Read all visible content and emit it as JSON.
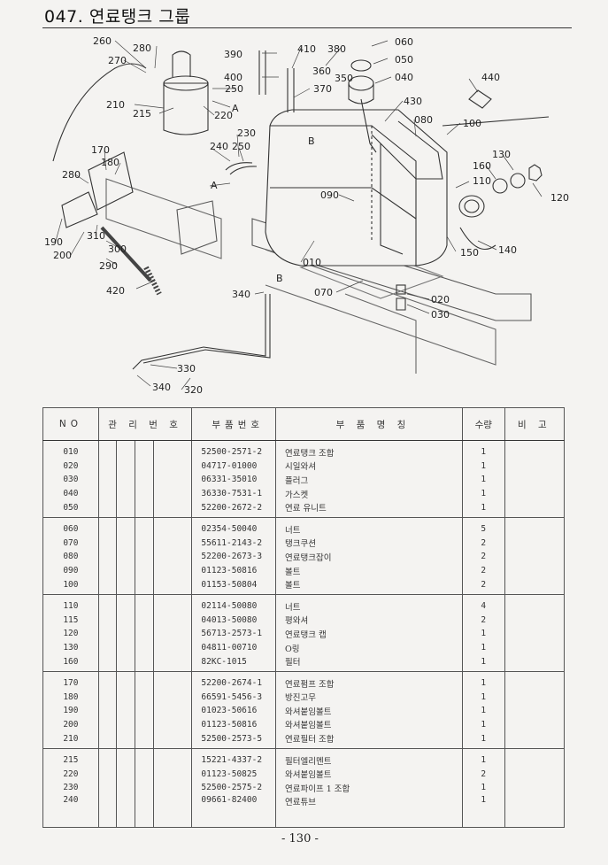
{
  "title": "047. 연료탱크 그룹",
  "diagram_labels": {
    "l260": "260",
    "l280a": "280",
    "l270": "270",
    "l390": "390",
    "l410": "410",
    "l380": "380",
    "l060": "060",
    "l050": "050",
    "l400": "400",
    "l360": "360",
    "l350": "350",
    "l040": "040",
    "l440": "440",
    "l250a": "250",
    "l370": "370",
    "l210": "210",
    "l215": "215",
    "l220": "220",
    "lA1": "A",
    "l430": "430",
    "l080": "080",
    "l100": "100",
    "l230": "230",
    "l240": "240",
    "l250b": "250",
    "lB1": "B",
    "l130": "130",
    "l170": "170",
    "l180": "180",
    "l160": "160",
    "l280b": "280",
    "l110": "110",
    "l120": "120",
    "lA2": "A",
    "l090": "090",
    "l190": "190",
    "l200": "200",
    "l310": "310",
    "l300": "300",
    "l290": "290",
    "l010": "010",
    "l140": "140",
    "l150": "150",
    "l420": "420",
    "lB2": "B",
    "l340a": "340",
    "l070": "070",
    "l020": "020",
    "l030": "030",
    "l330": "330",
    "l340b": "340",
    "l320": "320"
  },
  "table": {
    "headers": {
      "no": "NO",
      "mgmt": "관 리 번 호",
      "part_no": "부품번호",
      "part_name": "부 품 명 칭",
      "qty": "수량",
      "remark": "비 고"
    },
    "rows": [
      {
        "no": "010",
        "part_no": "52500-2571-2",
        "name": "연료탱크 조합",
        "qty": "1"
      },
      {
        "no": "020",
        "part_no": "04717-01000",
        "name": "시일와셔",
        "qty": "1"
      },
      {
        "no": "030",
        "part_no": "06331-35010",
        "name": "플러그",
        "qty": "1"
      },
      {
        "no": "040",
        "part_no": "36330-7531-1",
        "name": "가스켓",
        "qty": "1"
      },
      {
        "no": "050",
        "part_no": "52200-2672-2",
        "name": "연료 유니트",
        "qty": "1"
      },
      {
        "no": "060",
        "part_no": "02354-50040",
        "name": "너트",
        "qty": "5"
      },
      {
        "no": "070",
        "part_no": "55611-2143-2",
        "name": "탱크쿠션",
        "qty": "2"
      },
      {
        "no": "080",
        "part_no": "52200-2673-3",
        "name": "연료탱크잡이",
        "qty": "2"
      },
      {
        "no": "090",
        "part_no": "01123-50816",
        "name": "볼트",
        "qty": "2"
      },
      {
        "no": "100",
        "part_no": "01153-50804",
        "name": "볼트",
        "qty": "2"
      },
      {
        "no": "110",
        "part_no": "02114-50080",
        "name": "너트",
        "qty": "4"
      },
      {
        "no": "115",
        "part_no": "04013-50080",
        "name": "평와셔",
        "qty": "2"
      },
      {
        "no": "120",
        "part_no": "56713-2573-1",
        "name": "연료탱크 캡",
        "qty": "1"
      },
      {
        "no": "130",
        "part_no": "04811-00710",
        "name": "O링",
        "qty": "1"
      },
      {
        "no": "160",
        "part_no": "82KC-1015",
        "name": "필터",
        "qty": "1"
      },
      {
        "no": "170",
        "part_no": "52200-2674-1",
        "name": "연료펌프 조합",
        "qty": "1"
      },
      {
        "no": "180",
        "part_no": "66591-5456-3",
        "name": "방진고무",
        "qty": "1"
      },
      {
        "no": "190",
        "part_no": "01023-50616",
        "name": "와셔붙임볼트",
        "qty": "1"
      },
      {
        "no": "200",
        "part_no": "01123-50816",
        "name": "와셔붙임볼트",
        "qty": "1"
      },
      {
        "no": "210",
        "part_no": "52500-2573-5",
        "name": "연료필터 조합",
        "qty": "1"
      },
      {
        "no": "215",
        "part_no": "15221-4337-2",
        "name": "필터엘리멘트",
        "qty": "1"
      },
      {
        "no": "220",
        "part_no": "01123-50825",
        "name": "와셔붙임볼트",
        "qty": "2"
      },
      {
        "no": "230",
        "part_no": "52500-2575-2",
        "name": "연료파이프 1 조합",
        "qty": "1"
      },
      {
        "no": "240",
        "part_no": "09661-82400",
        "name": "연료튜브",
        "qty": "1"
      }
    ]
  },
  "page_number": "- 130 -"
}
